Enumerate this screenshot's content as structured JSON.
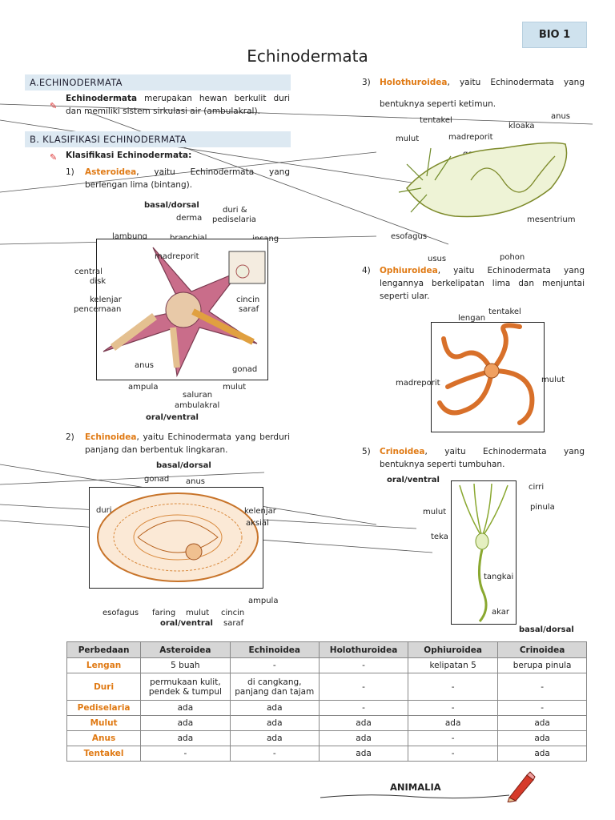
{
  "badge": "BIO 1",
  "title": "Echinodermata",
  "sectionA": {
    "heading": "A.ECHINODERMATA",
    "term": "Echinodermata",
    "text": " merupakan hewan berkulit duri dan memiliki sistem sirkulasi air (ambulakral)."
  },
  "sectionB": {
    "heading": "B.   KLASIFIKASI ECHINODERMATA",
    "subheading": "Klasifikasi Echinodermata:"
  },
  "classes": [
    {
      "num": "1)",
      "name": "Asteroidea",
      "text": ", yaitu Echinodermata yang berlengan lima (bintang)."
    },
    {
      "num": "2)",
      "name": "Echinoidea",
      "text": ", yaitu Echinodermata yang berduri panjang dan berbentuk lingkaran."
    },
    {
      "num": "3)",
      "name": "Holothuroidea",
      "text": ", yaitu Echinodermata yang bentuknya seperti ketimun."
    },
    {
      "num": "4)",
      "name": "Ophiuroidea",
      "text": ", yaitu Echinodermata yang lengannya berkelipatan lima dan menjuntai seperti ular."
    },
    {
      "num": "5)",
      "name": "Crinoidea",
      "text": ", yaitu Echinodermata yang bentuknya seperti tumbuhan."
    }
  ],
  "asteroidea_labels": {
    "top": "basal/dorsal",
    "bottom": "oral/ventral",
    "derma": "derma",
    "duri": "duri &",
    "pedis": "pediselaria",
    "lambung": "lambung",
    "branchial": "branchial",
    "insang": "insang",
    "madreporit": "madreporit",
    "central": "central",
    "disk": "disk",
    "kelenjar": "kelenjar",
    "pencernaan": "pencernaan",
    "cincin": "cincin",
    "saraf": "saraf",
    "anus": "anus",
    "gonad": "gonad",
    "ampula": "ampula",
    "mulut": "mulut",
    "saluran": "saluran",
    "ambulakral": "ambulakral"
  },
  "echinoidea_labels": {
    "top": "basal/dorsal",
    "bottom": "oral/ventral",
    "gonad": "gonad",
    "anus": "anus",
    "usus": "usus",
    "madreporit": "madreporit",
    "duri": "duri",
    "kelenjar": "kelenjar",
    "aksial": "aksial",
    "ampula": "ampula",
    "esofagus": "esofagus",
    "faring": "faring",
    "mulut": "mulut",
    "cincin": "cincin",
    "saraf": "saraf"
  },
  "holothuroidea_labels": {
    "anus": "anus",
    "tentakel": "tentakel",
    "kloaka": "kloaka",
    "mulut": "mulut",
    "madreporit": "madreporit",
    "gonofor": "gonofor",
    "mesentrium": "mesentrium",
    "esofagus": "esofagus",
    "usus": "usus",
    "pohon": "pohon"
  },
  "ophiuroidea_labels": {
    "tentakel": "tentakel",
    "lengan": "lengan",
    "madreporit": "madreporit",
    "mulut": "mulut"
  },
  "crinoidea_labels": {
    "top": "oral/ventral",
    "bottom": "basal/dorsal",
    "cirri": "cirri",
    "pinula": "pinula",
    "mulut": "mulut",
    "teka": "teka",
    "tangkai": "tangkai",
    "akar": "akar"
  },
  "table": {
    "headers": [
      "Perbedaan",
      "Asteroidea",
      "Echinoidea",
      "Holothuroidea",
      "Ophiuroidea",
      "Crinoidea"
    ],
    "rows": [
      {
        "label": "Lengan",
        "cells": [
          "5 buah",
          "-",
          "-",
          "kelipatan 5",
          "berupa pinula"
        ]
      },
      {
        "label": "Duri",
        "cells": [
          "permukaan kulit, pendek & tumpul",
          "di cangkang, panjang dan tajam",
          "-",
          "-",
          "-"
        ]
      },
      {
        "label": "Pediselaria",
        "cells": [
          "ada",
          "ada",
          "-",
          "-",
          "-"
        ]
      },
      {
        "label": "Mulut",
        "cells": [
          "ada",
          "ada",
          "ada",
          "ada",
          "ada"
        ]
      },
      {
        "label": "Anus",
        "cells": [
          "ada",
          "ada",
          "ada",
          "-",
          "ada"
        ]
      },
      {
        "label": "Tentakel",
        "cells": [
          "-",
          "-",
          "ada",
          "-",
          "ada"
        ]
      }
    ]
  },
  "footer": "ANIMALIA",
  "colors": {
    "accent": "#e07a14",
    "section_bg": "#dde9f2",
    "badge_bg": "#cfe2ee",
    "table_header": "#d6d6d6"
  }
}
